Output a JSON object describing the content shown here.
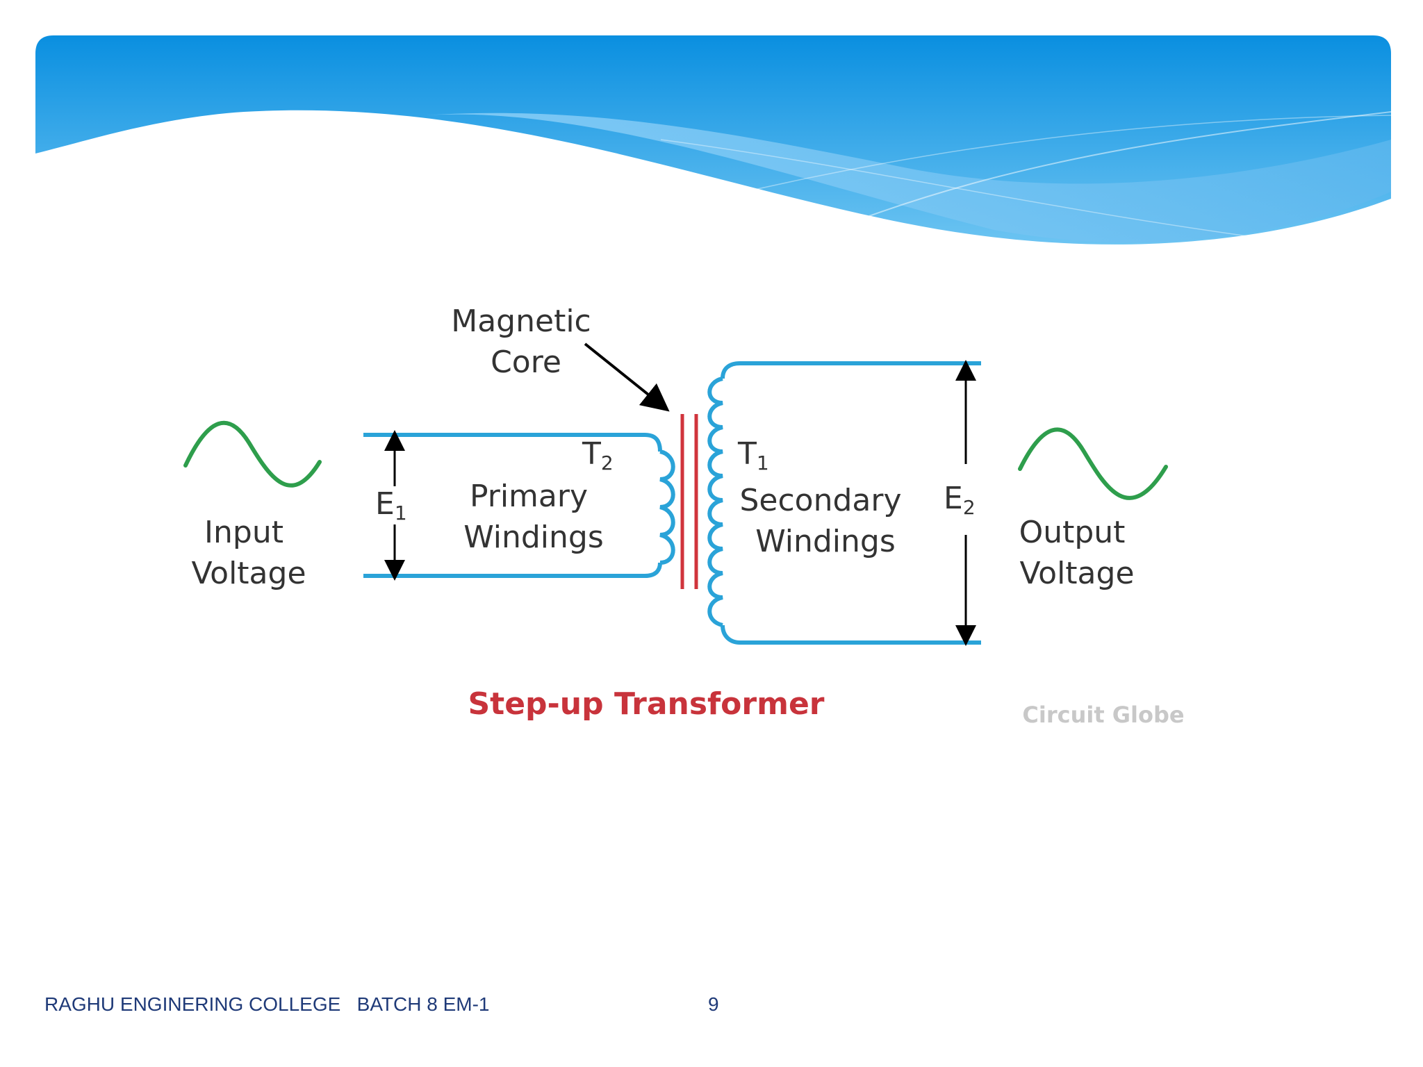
{
  "slide": {
    "page_number": "9",
    "footer_text": "RAGHU ENGINERING COLLEGE   BATCH 8 EM-1"
  },
  "diagram": {
    "magnetic_core_label": [
      "Magnetic",
      "Core"
    ],
    "input_voltage_label": [
      "Input",
      "Voltage"
    ],
    "output_voltage_label": [
      "Output",
      "Voltage"
    ],
    "primary_label": [
      "Primary",
      "Windings"
    ],
    "secondary_label": [
      "Secondary",
      "Windings"
    ],
    "t2": {
      "base": "T",
      "sub": "2"
    },
    "t1": {
      "base": "T",
      "sub": "1"
    },
    "e1": {
      "base": "E",
      "sub": "1"
    },
    "e2": {
      "base": "E",
      "sub": "2"
    },
    "caption": "Step-up Transformer",
    "watermark": "Circuit Globe"
  },
  "colors": {
    "header_blue": "#0a8fe0",
    "winding_blue": "#2aa3d8",
    "core_red": "#d0343c",
    "wave_green": "#2e9e4c",
    "caption_red": "#c8333b",
    "footer_text": "#1f3a78"
  }
}
